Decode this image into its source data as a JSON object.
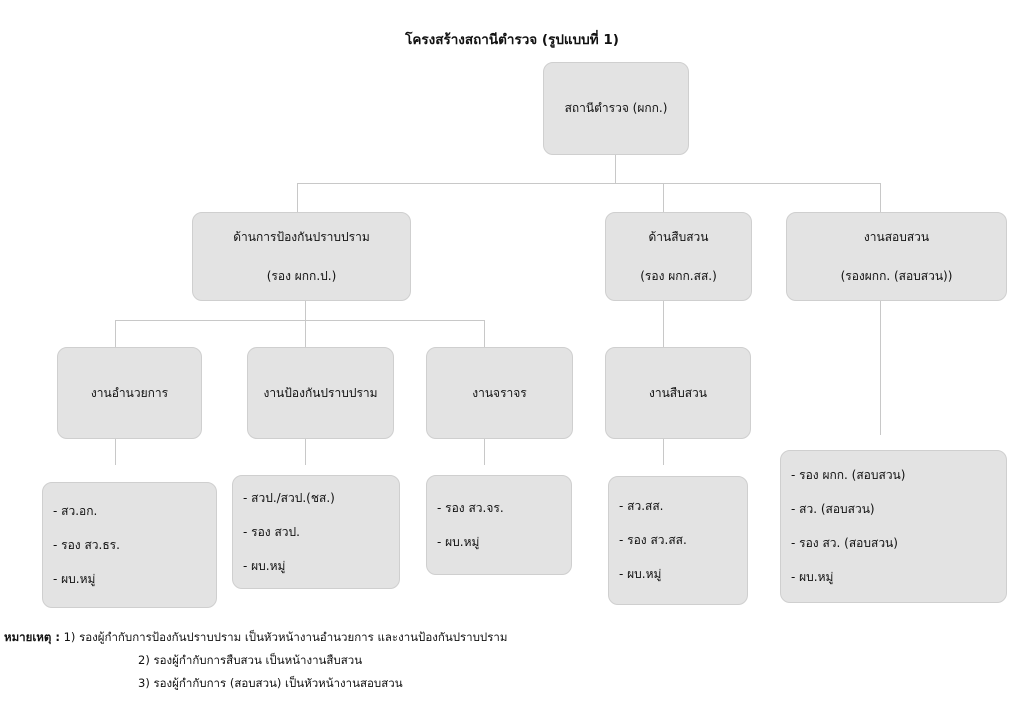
{
  "title": "โครงสร้างสถานีตำรวจ (รูปแบบที่ 1)",
  "root": {
    "label": "สถานีตำรวจ (ผกก.)"
  },
  "divisions": [
    {
      "name": "ด้านการป้องกันปราบปราม",
      "sub": "(รอง ผกก.ป.)"
    },
    {
      "name": "ด้านสืบสวน",
      "sub": "(รอง ผกก.สส.)"
    },
    {
      "name": "งานสอบสวน",
      "sub": "(รองผกก. (สอบสวน))"
    }
  ],
  "units": [
    "งานอำนวยการ",
    "งานป้องกันปราบปราม",
    "งานจราจร",
    "งานสืบสวน"
  ],
  "staff": [
    [
      "- สว.อก.",
      "- รอง สว.ธร.",
      "- ผบ.หมู่"
    ],
    [
      "- สวป./สวป.(ชส.)",
      "- รอง สวป.",
      "- ผบ.หมู่"
    ],
    [
      "- รอง สว.จร.",
      "- ผบ.หมู่"
    ],
    [
      "- สว.สส.",
      "- รอง สว.สส.",
      "- ผบ.หมู่"
    ],
    [
      "- รอง ผกก. (สอบสวน)",
      "- สว. (สอบสวน)",
      "- รอง สว. (สอบสวน)",
      "- ผบ.หมู่"
    ]
  ],
  "notes": {
    "label": "หมายเหตุ :",
    "items": [
      "1) รองผู้กำกับการป้องกันปราบปราม เป็นหัวหน้างานอำนวยการ และงานป้องกันปราบปราม",
      "2) รองผู้กำกับการสืบสวน เป็นหน้างานสืบสวน",
      "3) รองผู้กำกับการ (สอบสวน) เป็นหัวหน้างานสอบสวน"
    ]
  }
}
